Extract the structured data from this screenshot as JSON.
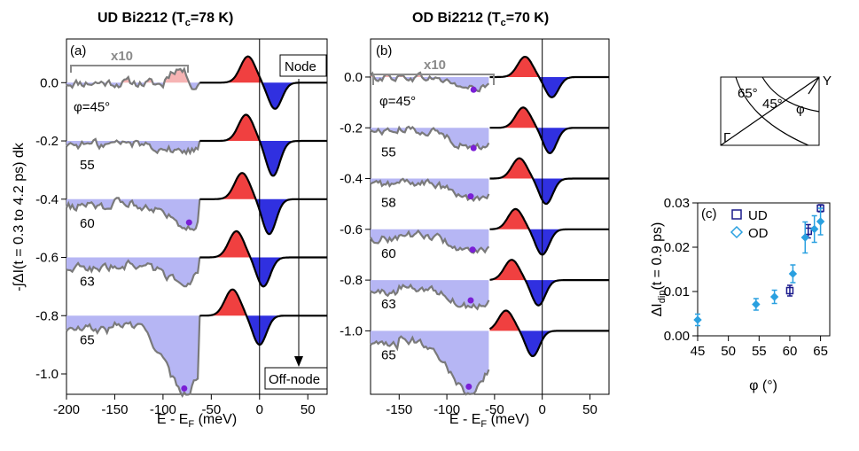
{
  "chart_data": [
    {
      "panel": "(a)",
      "type": "line",
      "title": "UD Bi2212 (T",
      "title_sub": "c",
      "title_end": "=78 K)",
      "xlabel": "E - E",
      "xlabel_sub": "F",
      "xlabel_end": " (meV)",
      "ylabel": "-∫ΔI(t = 0.3 to 4.2 ps) dk",
      "xlim": [
        -200,
        70
      ],
      "ylim": [
        -1.07,
        0.15
      ],
      "xticks": [
        "-200",
        "-150",
        "-100",
        "-50",
        "0",
        "50"
      ],
      "xtick_values": [
        -200,
        -150,
        -100,
        -50,
        0,
        50
      ],
      "yticks": [
        "0.0",
        "-0.2",
        "-0.4",
        "-0.6",
        "-0.8",
        "-1.0"
      ],
      "ytick_values": [
        0.0,
        -0.2,
        -0.4,
        -0.6,
        -0.8,
        -1.0
      ],
      "annotations": {
        "scale": "x10",
        "node": "Node",
        "offnode": "Off-node"
      },
      "curves": [
        {
          "label": "φ=45°",
          "offset": 0.0,
          "dip_energy": null,
          "dip_value": null,
          "peak_energy": -12,
          "peak_height": 0.09,
          "trough_height": -0.09
        },
        {
          "label": "55",
          "offset": -0.2,
          "dip_energy": null,
          "dip_value": null,
          "peak_energy": -14,
          "peak_height": 0.09,
          "trough_height": -0.12
        },
        {
          "label": "60",
          "offset": -0.4,
          "dip_energy": -73,
          "dip_value": -0.48,
          "peak_energy": -18,
          "peak_height": 0.09,
          "trough_height": -0.12
        },
        {
          "label": "63",
          "offset": -0.6,
          "dip_energy": null,
          "dip_value": null,
          "peak_energy": -24,
          "peak_height": 0.09,
          "trough_height": -0.1
        },
        {
          "label": "65",
          "offset": -0.8,
          "dip_energy": -78,
          "dip_value": -1.05,
          "peak_energy": -28,
          "peak_height": 0.09,
          "trough_height": -0.1
        }
      ]
    },
    {
      "panel": "(b)",
      "type": "line",
      "title": "OD Bi2212 (T",
      "title_sub": "c",
      "title_end": "=70 K)",
      "xlabel": "E - E",
      "xlabel_sub": "F",
      "xlabel_end": " (meV)",
      "xlim": [
        -180,
        70
      ],
      "ylim": [
        -1.25,
        0.15
      ],
      "xticks": [
        "-150",
        "-100",
        "-50",
        "0",
        "50"
      ],
      "xtick_values": [
        -150,
        -100,
        -50,
        0,
        50
      ],
      "yticks": [
        "0.0",
        "-0.2",
        "-0.4",
        "-0.6",
        "-0.8",
        "-1.0"
      ],
      "ytick_values": [
        0.0,
        -0.2,
        -0.4,
        -0.6,
        -0.8,
        -1.0
      ],
      "annotations": {
        "scale": "x10"
      },
      "curves": [
        {
          "label": "φ=45°",
          "offset": 0.0,
          "dip_energy": -72,
          "dip_value": -0.05,
          "peak_energy": -18,
          "peak_height": 0.08,
          "trough_height": -0.08
        },
        {
          "label": "55",
          "offset": -0.2,
          "dip_energy": -72,
          "dip_value": -0.28,
          "peak_energy": -20,
          "peak_height": 0.08,
          "trough_height": -0.1
        },
        {
          "label": "58",
          "offset": -0.4,
          "dip_energy": -75,
          "dip_value": -0.47,
          "peak_energy": -24,
          "peak_height": 0.08,
          "trough_height": -0.1
        },
        {
          "label": "60",
          "offset": -0.6,
          "dip_energy": -73,
          "dip_value": -0.68,
          "peak_energy": -28,
          "peak_height": 0.08,
          "trough_height": -0.1
        },
        {
          "label": "63",
          "offset": -0.8,
          "dip_energy": -75,
          "dip_value": -0.88,
          "peak_energy": -32,
          "peak_height": 0.08,
          "trough_height": -0.1
        },
        {
          "label": "65",
          "offset": -1.0,
          "dip_energy": -77,
          "dip_value": -1.22,
          "peak_energy": -38,
          "peak_height": 0.08,
          "trough_height": -0.1
        }
      ]
    },
    {
      "panel": "(c)",
      "type": "scatter",
      "xlabel": "φ (°)",
      "ylabel": "ΔI",
      "ylabel_sub": "dip",
      "ylabel_end": "(t = 0.9 ps)",
      "xlim": [
        45,
        66.5
      ],
      "ylim": [
        0,
        0.03
      ],
      "xticks": [
        "45",
        "50",
        "55",
        "60",
        "65"
      ],
      "xtick_values": [
        45,
        50,
        55,
        60,
        65
      ],
      "yticks": [
        "0.00",
        "0.01",
        "0.02",
        "0.03"
      ],
      "ytick_values": [
        0.0,
        0.01,
        0.02,
        0.03
      ],
      "legend_position": "top-right",
      "series": [
        {
          "name": "UD",
          "marker": "square",
          "color": "#1a1a8c",
          "x": [
            60.0,
            63.0,
            65.0
          ],
          "y": [
            0.0102,
            0.0236,
            0.0288
          ],
          "err": [
            0.0012,
            0.0015,
            0.0008
          ]
        },
        {
          "name": "OD",
          "marker": "diamond",
          "color": "#2aa0e0",
          "x": [
            45.0,
            54.5,
            57.5,
            60.5,
            62.5,
            64.0,
            65.0
          ],
          "y": [
            0.0036,
            0.0071,
            0.0088,
            0.014,
            0.0222,
            0.0241,
            0.0258
          ],
          "err": [
            0.0013,
            0.0013,
            0.0015,
            0.002,
            0.0035,
            0.003,
            0.003
          ]
        }
      ]
    },
    {
      "panel": "inset",
      "type": "diagram",
      "labels": {
        "y_point": "Y",
        "gamma": "Γ",
        "angle_65": "65°",
        "angle_45": "45°",
        "phi": "φ"
      }
    }
  ],
  "colors": {
    "positive_fill": "#f04040",
    "positive_fill_x10": "#f6b4b4",
    "negative_fill": "#3030e0",
    "negative_fill_x10": "#b6b6f4",
    "trace_x10": "#7a7a7a",
    "dip_dot": "#7a1fd6",
    "scale_bracket": "#8a8a8a"
  }
}
